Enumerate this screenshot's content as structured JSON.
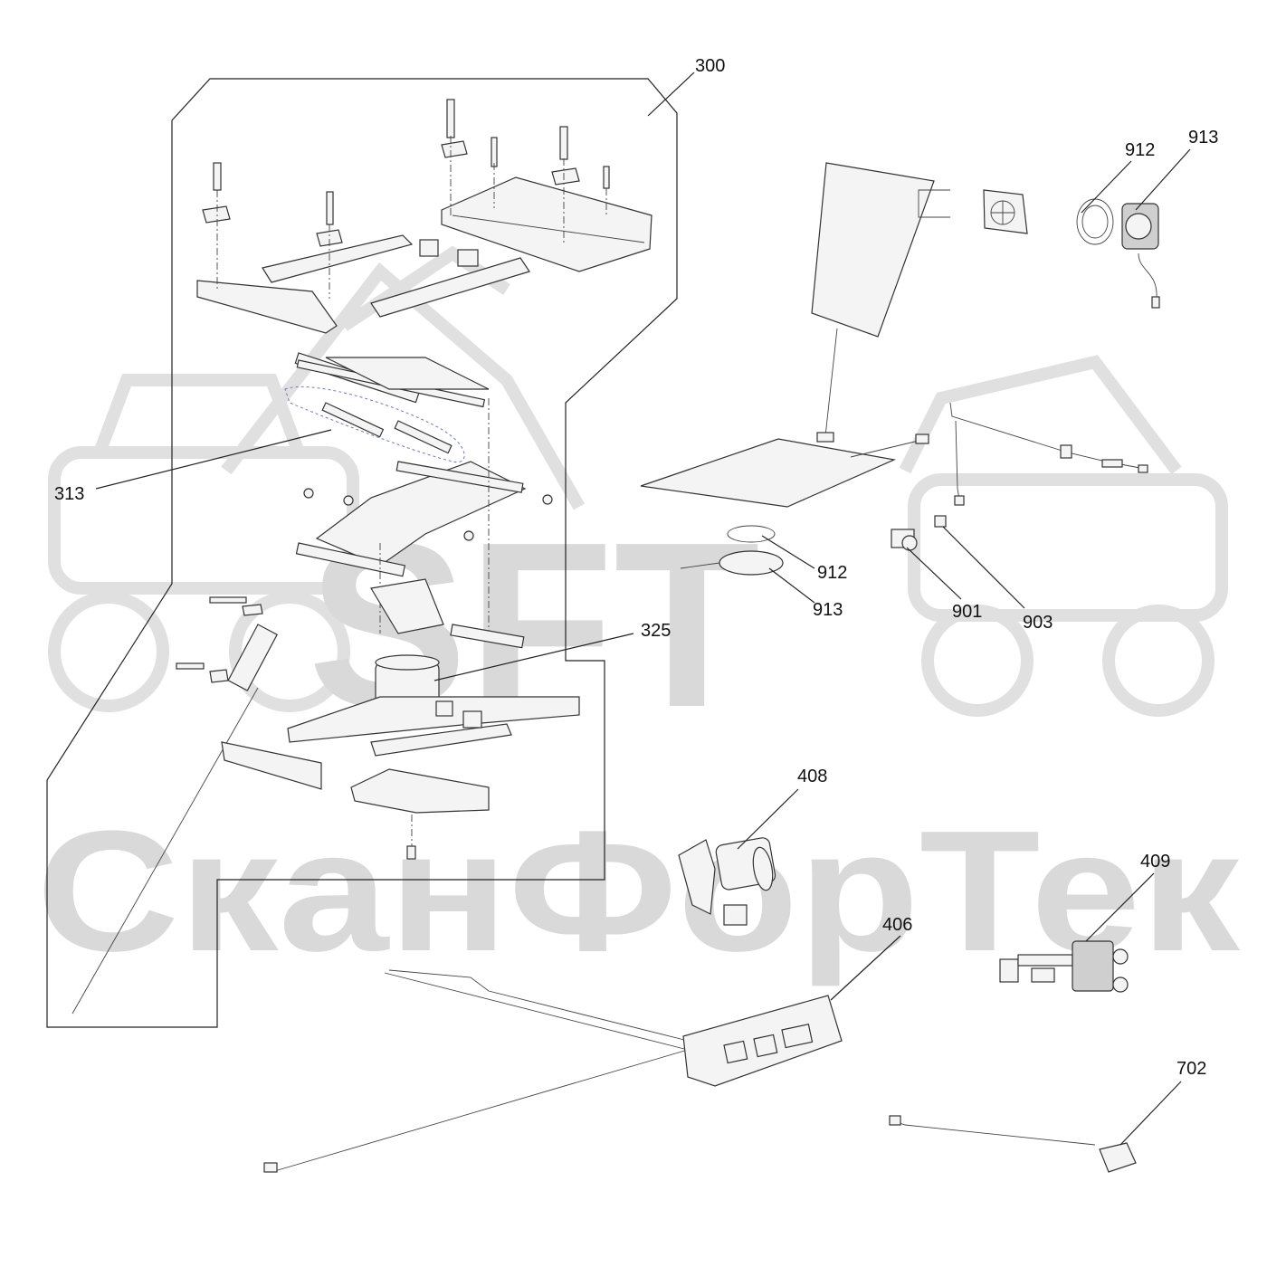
{
  "watermark": {
    "logo_text": "SFT",
    "brand_text": "СканФорТек"
  },
  "labels": {
    "l300": "300",
    "l313": "313",
    "l325": "325",
    "l912a": "912",
    "l913a": "913",
    "l912b": "912",
    "l913b": "913",
    "l901": "901",
    "l903": "903",
    "l408": "408",
    "l409": "409",
    "l406": "406",
    "l702": "702"
  },
  "colors": {
    "watermark": "#d9d9d9",
    "line": "#222222",
    "group_outline": "#6b7bb5"
  }
}
